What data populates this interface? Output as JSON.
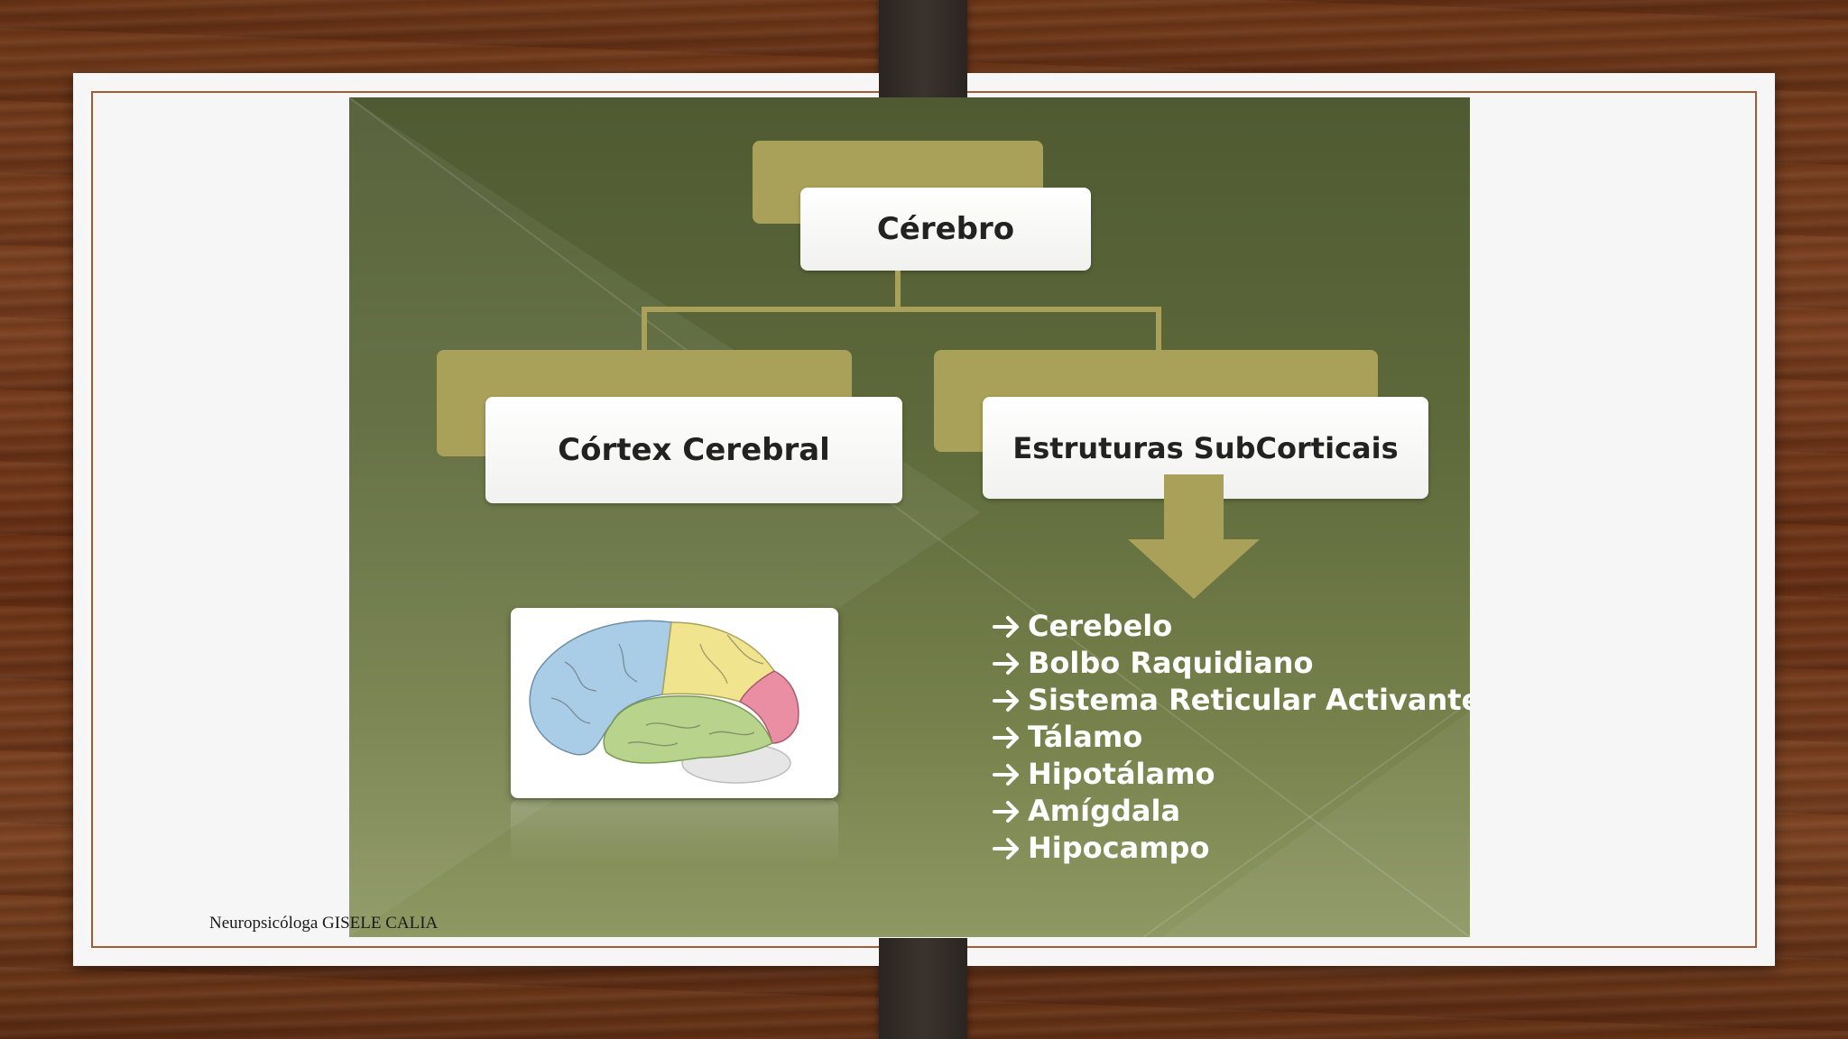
{
  "diagram": {
    "root": {
      "label": "Cérebro"
    },
    "children": [
      {
        "label": "Córtex Cerebral"
      },
      {
        "label": "Estruturas SubCorticais"
      }
    ],
    "subcortical_items": [
      {
        "label": "Cerebelo"
      },
      {
        "label": "Bolbo Raquidiano"
      },
      {
        "label": "Sistema Reticular Activante"
      },
      {
        "label": "Tálamo"
      },
      {
        "label": "Hipotálamo"
      },
      {
        "label": "Amígdala"
      },
      {
        "label": "Hipocampo"
      }
    ],
    "image": {
      "icon": "brain-lobes-illustration"
    }
  },
  "footer": {
    "author": "Neuropsicóloga GISELE CALIA"
  },
  "colors": {
    "accent": "#a9a15a",
    "slide_dark": "#4f5a32",
    "slide_light": "#8e9863",
    "frame_border": "#a55a33"
  }
}
